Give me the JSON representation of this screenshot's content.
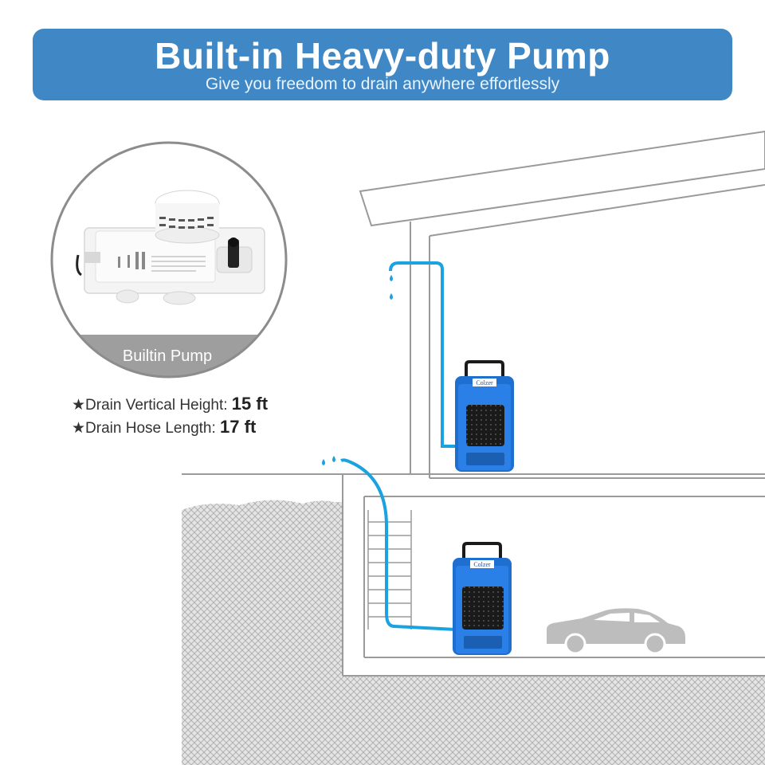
{
  "banner": {
    "title": "Built-in Heavy-duty Pump",
    "subtitle": "Give you freedom to drain anywhere effortlessly"
  },
  "pump_inset": {
    "label": "Builtin Pump"
  },
  "specs": [
    {
      "star": "★",
      "label": "Drain Vertical Height: ",
      "value": "15 ft"
    },
    {
      "star": "★",
      "label": "Drain Hose Length: ",
      "value": "17 ft"
    }
  ],
  "dehumidifier": {
    "brand": "Colzer",
    "color": "#1f6fd1"
  },
  "colors": {
    "banner": "#3f88c5",
    "hose": "#1aa3e0",
    "ground_fill": "#d9d9d9",
    "car": "#bdbdbd"
  },
  "icons": [
    "star-icon",
    "water-drop-icon",
    "car-icon",
    "pump-icon",
    "dehumidifier-icon"
  ]
}
